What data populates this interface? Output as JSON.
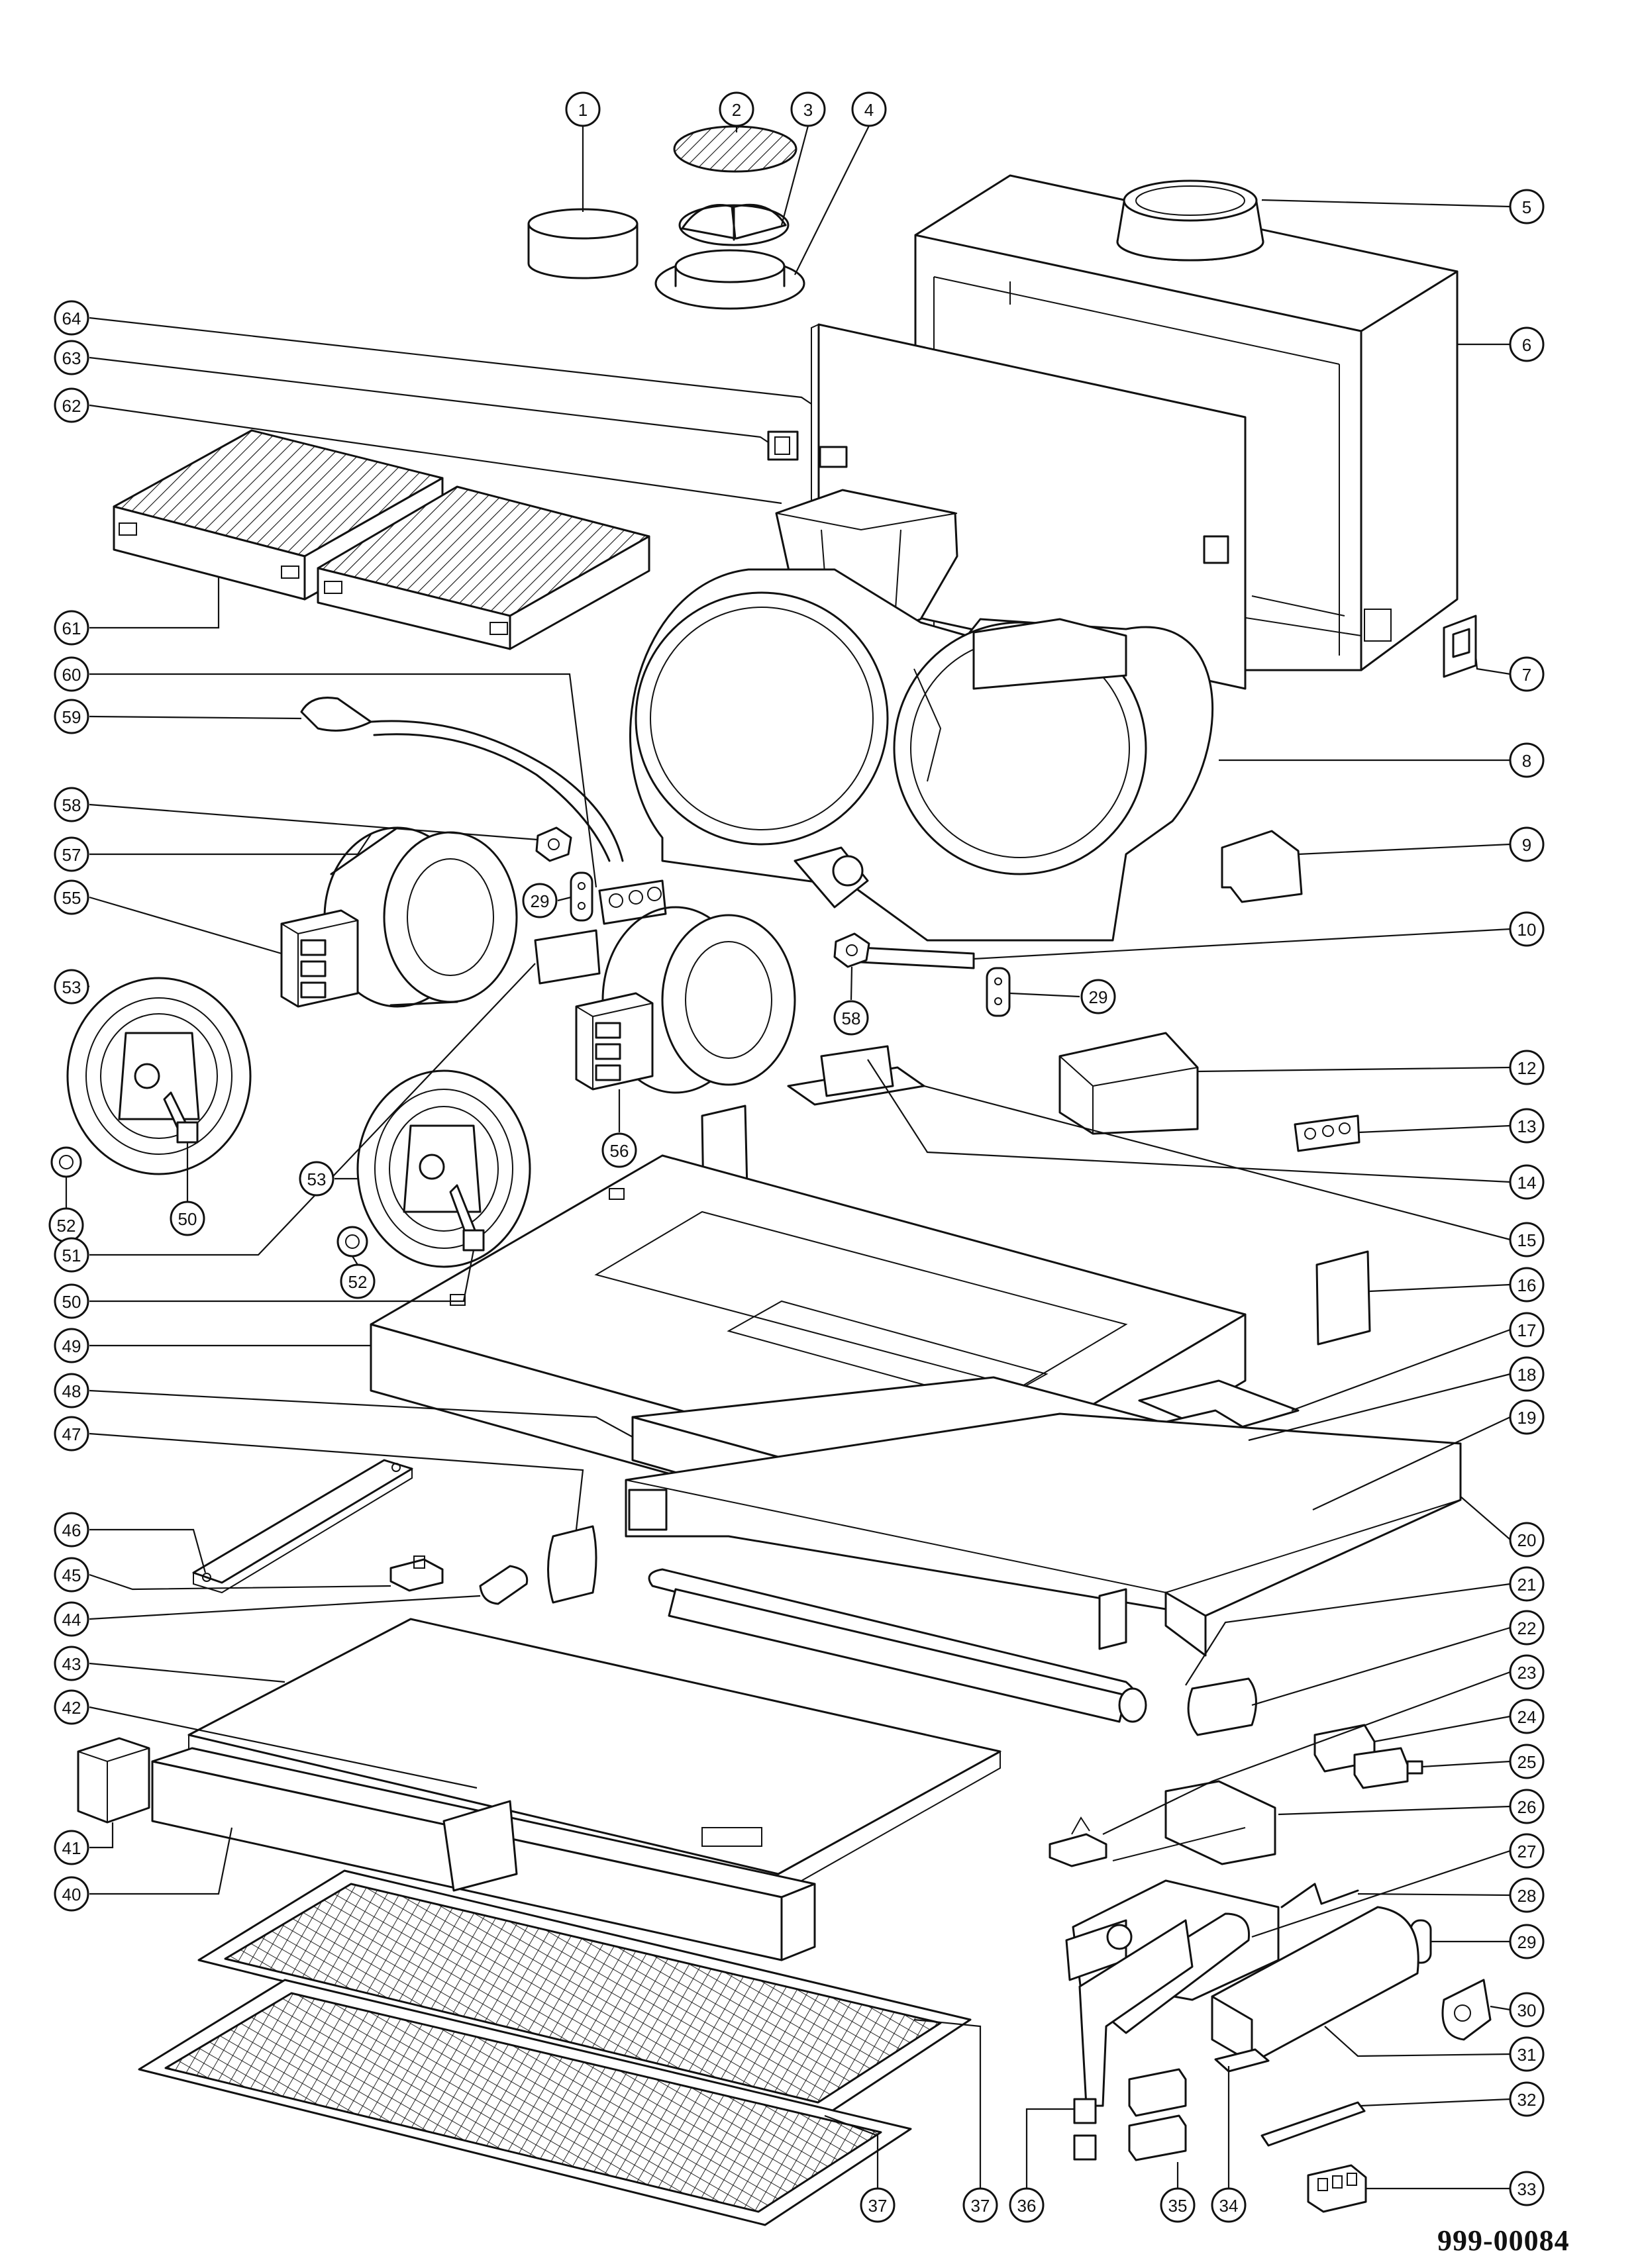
{
  "document_id": "999-00084",
  "callouts": [
    {
      "label": "1"
    },
    {
      "label": "2"
    },
    {
      "label": "3"
    },
    {
      "label": "4"
    },
    {
      "label": "5"
    },
    {
      "label": "6"
    },
    {
      "label": "7"
    },
    {
      "label": "8"
    },
    {
      "label": "9"
    },
    {
      "label": "10"
    },
    {
      "label": "29"
    },
    {
      "label": "12"
    },
    {
      "label": "13"
    },
    {
      "label": "14"
    },
    {
      "label": "15"
    },
    {
      "label": "16"
    },
    {
      "label": "17"
    },
    {
      "label": "18"
    },
    {
      "label": "19"
    },
    {
      "label": "20"
    },
    {
      "label": "21"
    },
    {
      "label": "22"
    },
    {
      "label": "23"
    },
    {
      "label": "24"
    },
    {
      "label": "25"
    },
    {
      "label": "26"
    },
    {
      "label": "27"
    },
    {
      "label": "28"
    },
    {
      "label": "29"
    },
    {
      "label": "30"
    },
    {
      "label": "31"
    },
    {
      "label": "32"
    },
    {
      "label": "33"
    },
    {
      "label": "34"
    },
    {
      "label": "35"
    },
    {
      "label": "36"
    },
    {
      "label": "37"
    },
    {
      "label": "37"
    },
    {
      "label": "64"
    },
    {
      "label": "63"
    },
    {
      "label": "62"
    },
    {
      "label": "61"
    },
    {
      "label": "60"
    },
    {
      "label": "59"
    },
    {
      "label": "58"
    },
    {
      "label": "57"
    },
    {
      "label": "55"
    },
    {
      "label": "29"
    },
    {
      "label": "58"
    },
    {
      "label": "56"
    },
    {
      "label": "53"
    },
    {
      "label": "52"
    },
    {
      "label": "50"
    },
    {
      "label": "51"
    },
    {
      "label": "53"
    },
    {
      "label": "52"
    },
    {
      "label": "50"
    },
    {
      "label": "49"
    },
    {
      "label": "48"
    },
    {
      "label": "47"
    },
    {
      "label": "46"
    },
    {
      "label": "45"
    },
    {
      "label": "44"
    },
    {
      "label": "43"
    },
    {
      "label": "42"
    },
    {
      "label": "41"
    },
    {
      "label": "40"
    }
  ]
}
